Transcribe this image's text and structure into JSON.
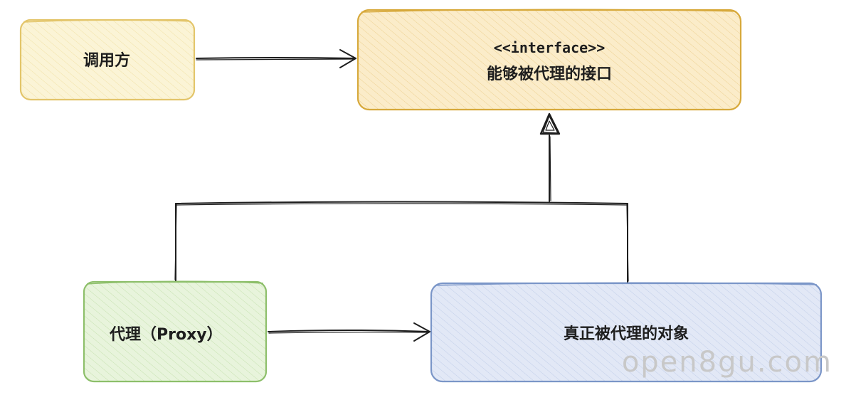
{
  "nodes": {
    "caller": {
      "label": "调用方",
      "stroke": "#e3c56a",
      "fill": "#fbf4d6"
    },
    "interface": {
      "stereotype": "<<interface>>",
      "label": "能够被代理的接口",
      "stroke": "#d7a93b",
      "fill": "#fbecc9"
    },
    "proxy": {
      "label": "代理（Proxy）",
      "stroke": "#8dbf6a",
      "fill": "#e8f4dc"
    },
    "real_subject": {
      "label": "真正被代理的对象",
      "stroke": "#7b96c8",
      "fill": "#e2e8f6"
    }
  },
  "watermark": "open8gu.com",
  "line_color": "#1e1e1e"
}
